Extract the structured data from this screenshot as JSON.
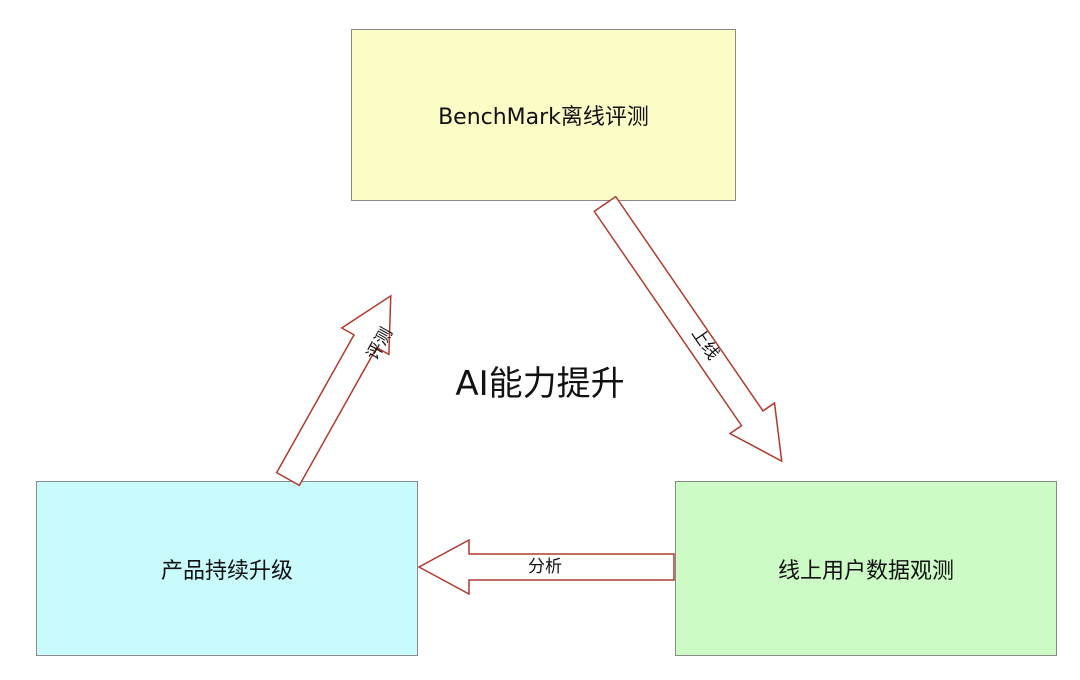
{
  "diagram": {
    "center_title": "AI能力提升",
    "nodes": {
      "benchmark": {
        "label": "BenchMark离线评测",
        "fill": "#fcfcc6"
      },
      "product_upgrade": {
        "label": "产品持续升级",
        "fill": "#c9fbfd"
      },
      "online_observe": {
        "label": "线上用户数据观测",
        "fill": "#cdfbc5"
      }
    },
    "edges": [
      {
        "from": "product_upgrade",
        "to": "benchmark",
        "label": "评测"
      },
      {
        "from": "benchmark",
        "to": "online_observe",
        "label": "上线"
      },
      {
        "from": "online_observe",
        "to": "product_upgrade",
        "label": "分析"
      }
    ],
    "arrow_stroke_color": "#b03a2e"
  }
}
